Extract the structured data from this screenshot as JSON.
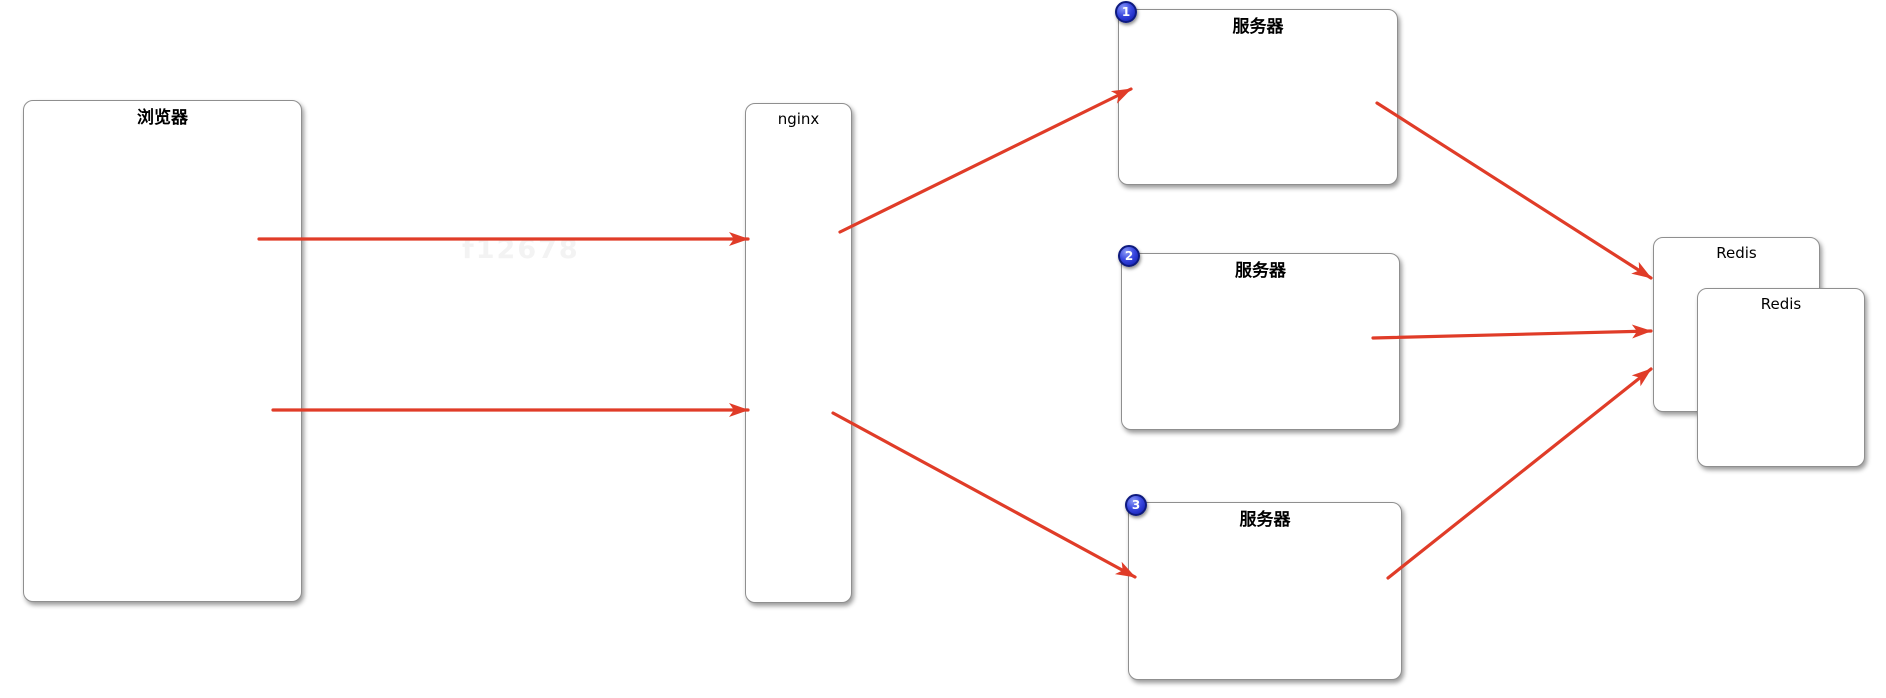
{
  "colors": {
    "background": "#ffffff",
    "arrow": "#e03c28",
    "box_fill": "#ffffff",
    "box_border": "#8f8f8f",
    "badge_fill": "#2633cb",
    "badge_border": "#0e1a7e",
    "badge_text_color": "#ffffff"
  },
  "nodes": {
    "browser": {
      "label": "浏览器"
    },
    "nginx": {
      "label": "nginx"
    },
    "server1": {
      "label": "服务器",
      "badge": "1"
    },
    "server2": {
      "label": "服务器",
      "badge": "2"
    },
    "server3": {
      "label": "服务器",
      "badge": "3"
    },
    "redis_back": {
      "label": "Redis"
    },
    "redis_front": {
      "label": "Redis"
    }
  },
  "watermark": {
    "text": "f12678"
  },
  "edges": [
    {
      "from": "browser",
      "to": "nginx",
      "note": "upper request"
    },
    {
      "from": "browser",
      "to": "nginx",
      "note": "lower request"
    },
    {
      "from": "nginx",
      "to": "server1"
    },
    {
      "from": "nginx",
      "to": "server3"
    },
    {
      "from": "server1",
      "to": "redis"
    },
    {
      "from": "server2",
      "to": "redis"
    },
    {
      "from": "server3",
      "to": "redis"
    }
  ]
}
